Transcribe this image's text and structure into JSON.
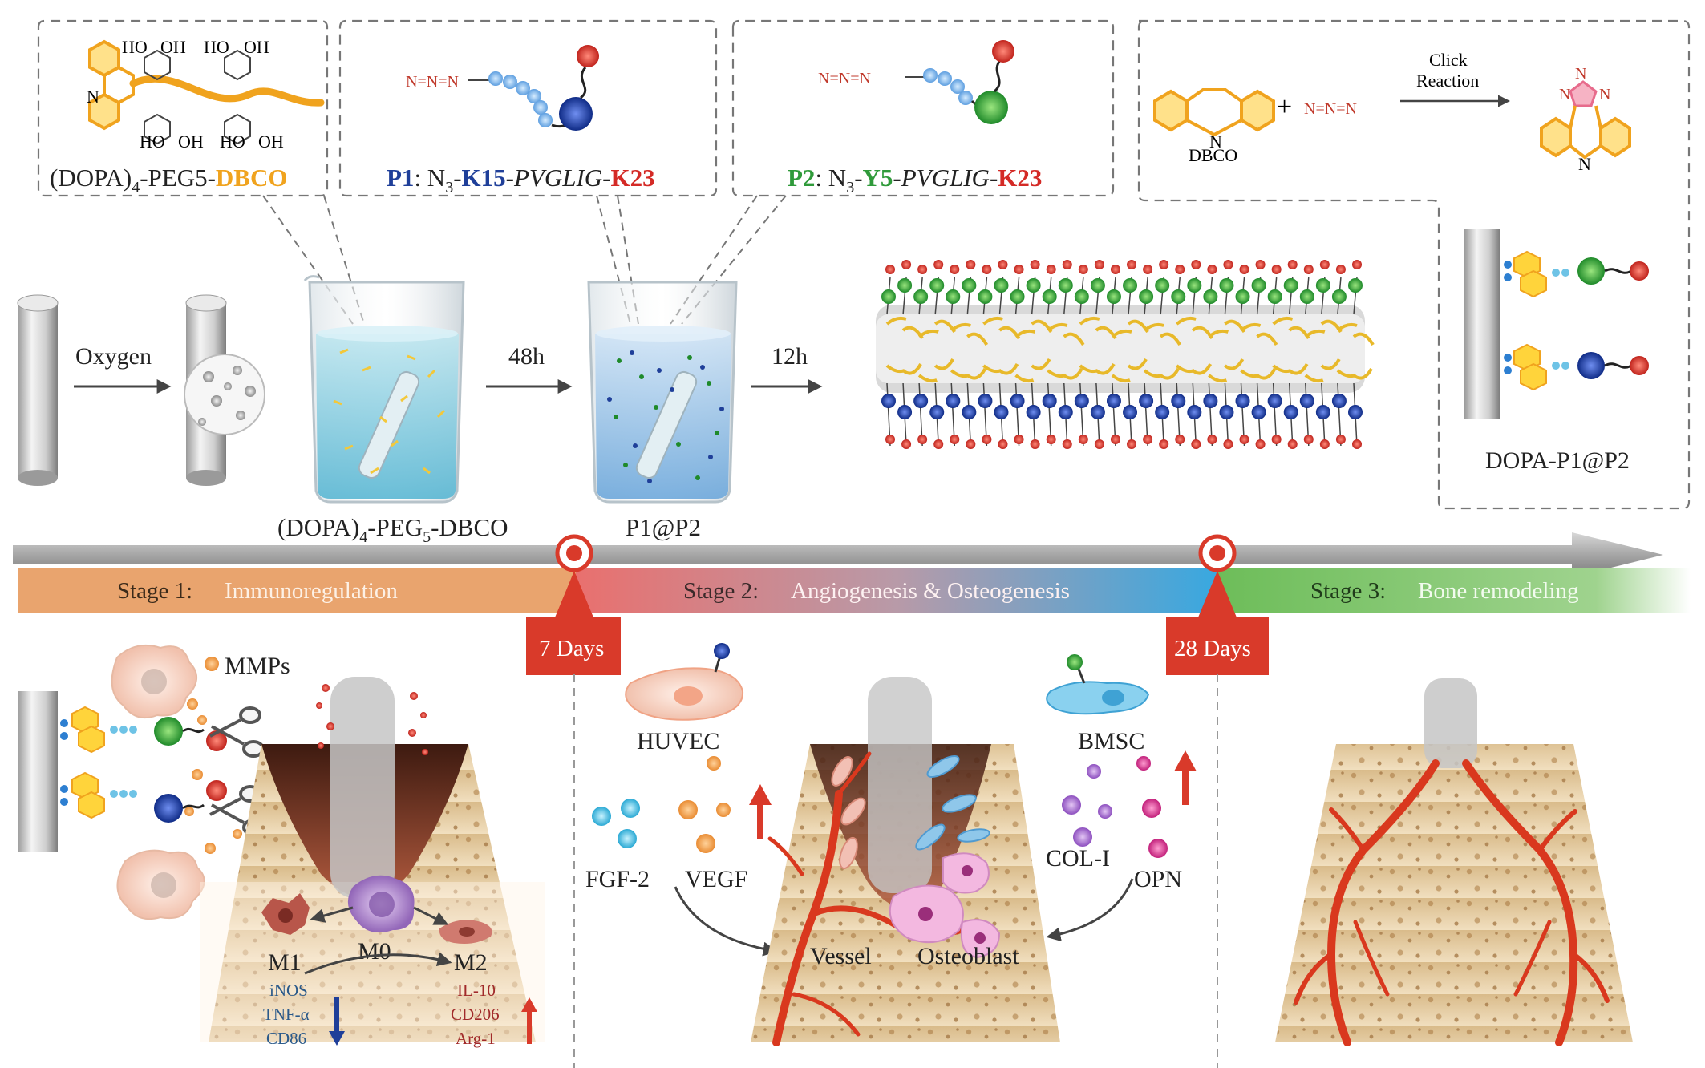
{
  "top": {
    "box1": {
      "label_prefix": "(DOPA)",
      "label_sub": "4",
      "label_mid": "-PEG5-",
      "label_highlight": "DBCO",
      "ho_oh": [
        "HO",
        "OH",
        "HO",
        "OH",
        "HO",
        "OH",
        "HO",
        "OH"
      ],
      "n_label": "N"
    },
    "box2": {
      "azide": [
        "N",
        "=N",
        "=N"
      ],
      "name": "P1",
      "sep": ": N",
      "sub": "3",
      "dash": "-",
      "k15": "K15",
      "pvglig": "-PVGLIG-",
      "k23": "K23"
    },
    "box3": {
      "azide": [
        "N",
        "=N",
        "=N"
      ],
      "name": "P2",
      "sep": ": N",
      "sub": "3",
      "dash": "-",
      "y5": "Y5",
      "pvglig": "-PVGLIG-",
      "k23": "K23"
    },
    "box4": {
      "plus": "+",
      "azide": [
        "N",
        "=N",
        "=N"
      ],
      "click_line1": "Click",
      "click_line2": "Reaction",
      "dbco": "DBCO",
      "n_label": "N",
      "triazole": [
        "N",
        "N",
        "N"
      ],
      "final_label": "DOPA-P1@P2"
    }
  },
  "process": {
    "oxygen": "Oxygen",
    "t48": "48h",
    "t12": "12h",
    "beaker1_prefix": "(DOPA)",
    "beaker1_sub4": "4",
    "beaker1_mid": "-PEG",
    "beaker1_sub5": "5",
    "beaker1_end": "-DBCO",
    "beaker2": "P1@P2"
  },
  "timeline": {
    "stage1_num": "Stage 1:",
    "stage1_name": "Immunoregulation",
    "stage2_num": "Stage 2:",
    "stage2_name": "Angiogenesis  &  Osteogenesis",
    "stage3_num": "Stage 3:",
    "stage3_name": "Bone remodeling",
    "day7": "7 Days",
    "day28": "28 Days"
  },
  "bottom": {
    "mmps": "MMPs",
    "m0": "M0",
    "m1": "M1",
    "m2": "M2",
    "m1_markers": [
      "iNOS",
      "TNF-α",
      "CD86"
    ],
    "m2_markers": [
      "IL-10",
      "CD206",
      "Arg-1"
    ],
    "huvec": "HUVEC",
    "bmsc": "BMSC",
    "fgf2": "FGF-2",
    "vegf": "VEGF",
    "col1": "COL-I",
    "opn": "OPN",
    "vessel": "Vessel",
    "osteoblast": "Osteoblast"
  },
  "colors": {
    "p1_blue": "#1f3f99",
    "p2_green": "#2f9a3a",
    "k23_red": "#d42a26",
    "dbco_orange": "#f0a31e",
    "stage1": "#e9a46e",
    "stage2_start": "#e97c78",
    "stage2_end": "#3aa5dc",
    "stage3": "#7cc36a",
    "day_badge": "#d93a2a",
    "vessel": "#d9381e",
    "bone": "#e7cfa5"
  }
}
